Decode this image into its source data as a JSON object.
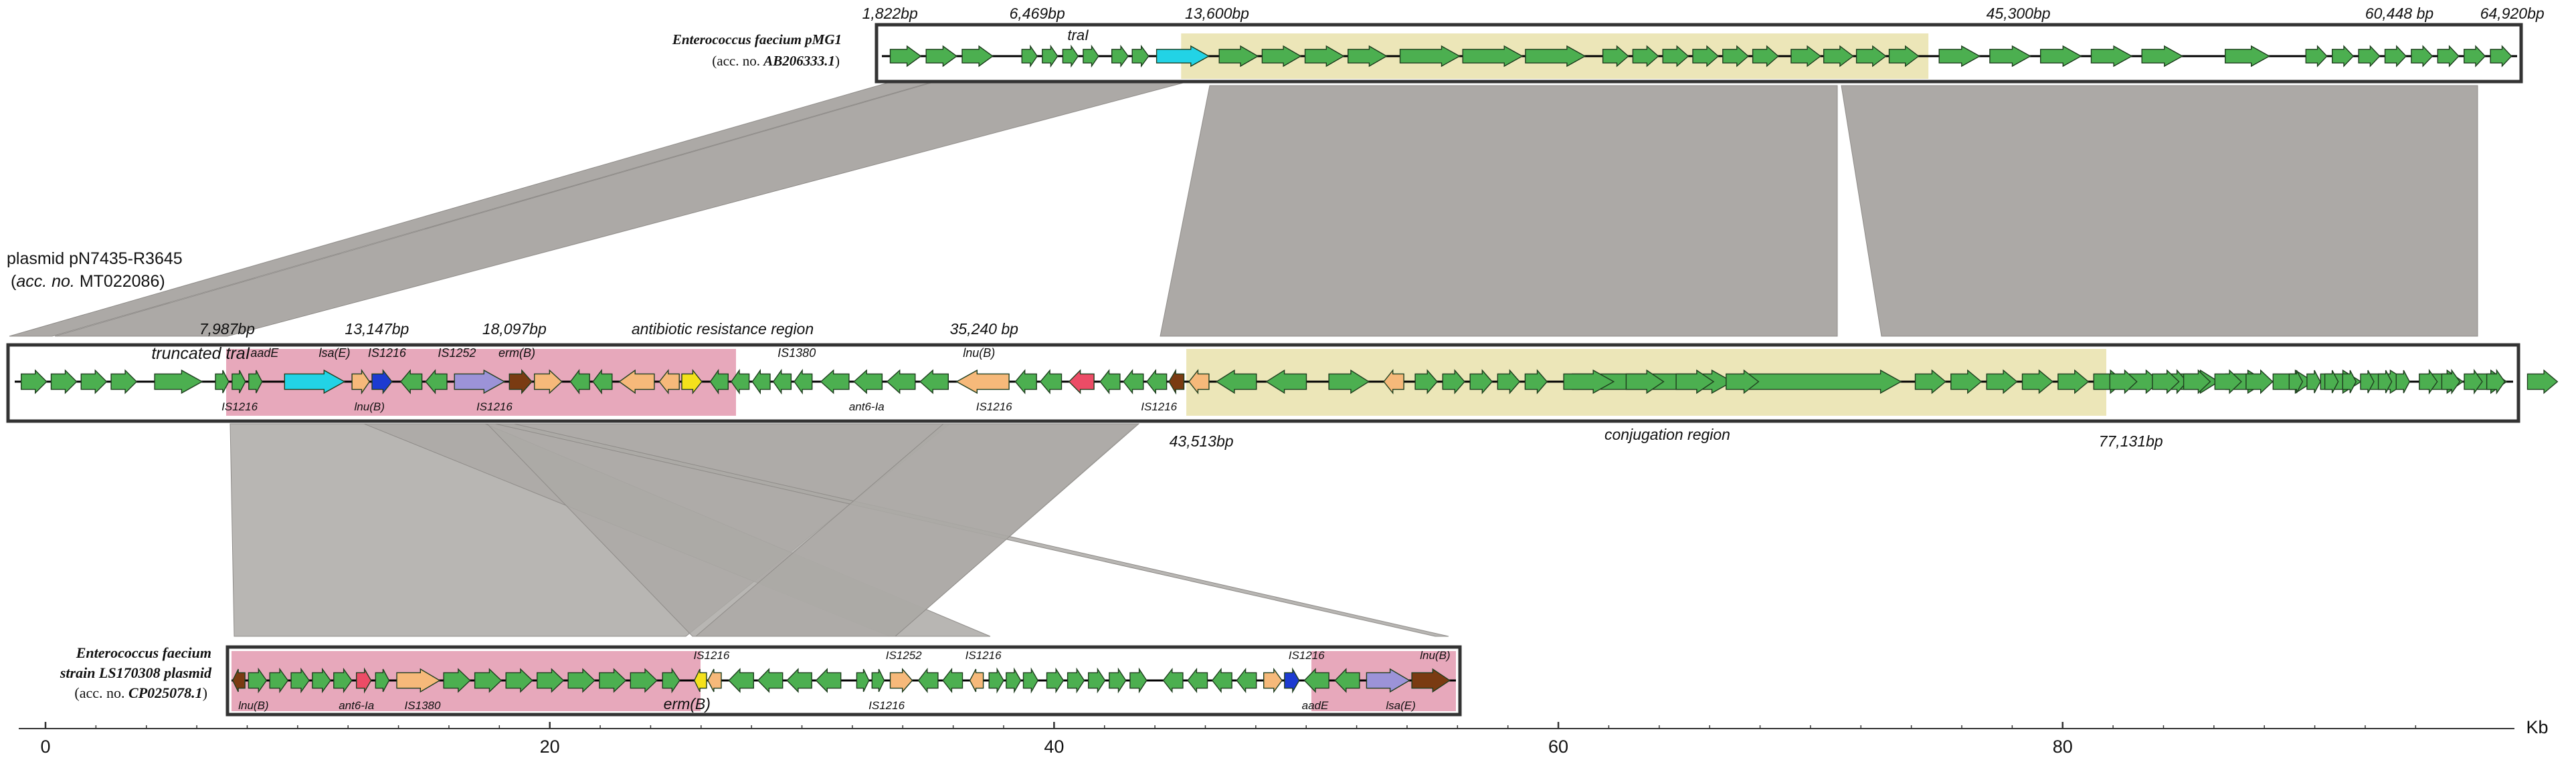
{
  "colors": {
    "gene_default": "#4caf50",
    "gene_stroke": "#1b5e20",
    "transfer": "#22d3e6",
    "mobile_element": "#f6b97a",
    "erm": "#f4e11c",
    "aminoglycoside": "#1d3bd1",
    "lsa": "#9c93d8",
    "lnu": "#7a3b12",
    "ant6": "#ec4c66",
    "resistance_region": "#e7a8bb",
    "conjugation_region": "#ece6b8",
    "homology": "#aca9a6"
  },
  "plasmid_top": {
    "name": "Enterococcus faecium pMG1",
    "accession_prefix": "(acc. no. ",
    "accession": "AB206333.1",
    "accession_suffix": ")",
    "coords": [
      {
        "label": "1,822bp",
        "rel": 0.005
      },
      {
        "label": "6,469bp",
        "rel": 0.095
      },
      {
        "label": "13,600bp",
        "rel": 0.205
      },
      {
        "label": "45,300bp",
        "rel": 0.695
      },
      {
        "label": "60,448 bp",
        "rel": 0.928
      },
      {
        "label": "64,920bp",
        "rel": 0.997
      }
    ],
    "gene_labels": [
      {
        "label": "traI",
        "rel": 0.12
      }
    ]
  },
  "plasmid_mid": {
    "name": "plasmid pN7435-R3645",
    "accession_prefix": "(",
    "accession_acc": "acc. no.",
    "accession": " MT022086)",
    "coords": [
      {
        "label": "7,987bp",
        "rel": 0.085
      },
      {
        "label": "13,147bp",
        "rel": 0.145
      },
      {
        "label": "18,097bp",
        "rel": 0.2
      },
      {
        "label": "35,240 bp",
        "rel": 0.388
      }
    ],
    "coords_below": [
      {
        "label": "43,513bp",
        "rel": 0.475
      },
      {
        "label": "77,131bp",
        "rel": 0.847
      }
    ],
    "region_resistance": "antibiotic resistance region",
    "region_conjugation": "conjugation region",
    "truncated_label": "truncated traI",
    "gene_labels_top": [
      {
        "label": "aadE",
        "rel": 0.1
      },
      {
        "label": "lsa(E)",
        "rel": 0.128
      },
      {
        "label": "IS1216",
        "rel": 0.149
      },
      {
        "label": "IS1252",
        "rel": 0.177
      },
      {
        "label": "erm(B)",
        "rel": 0.201
      },
      {
        "label": "IS1380",
        "rel": 0.313
      },
      {
        "label": "lnu(B)",
        "rel": 0.386
      }
    ],
    "gene_labels_bottom": [
      {
        "label": "IS1216",
        "rel": 0.09
      },
      {
        "label": "lnu(B)",
        "rel": 0.142
      },
      {
        "label": "IS1216",
        "rel": 0.192
      },
      {
        "label": "ant6-Ia",
        "rel": 0.341
      },
      {
        "label": "IS1216",
        "rel": 0.392
      },
      {
        "label": "IS1216",
        "rel": 0.458
      }
    ]
  },
  "plasmid_bot": {
    "name_line1": "Enterococcus faecium",
    "name_line2": "strain LS170308 plasmid",
    "accession_prefix": "(acc. no. ",
    "accession": "CP025078.1",
    "accession_suffix": ")",
    "gene_labels_top": [
      {
        "label": "IS1216",
        "rel": 0.392
      },
      {
        "label": "IS1252",
        "rel": 0.549
      },
      {
        "label": "IS1216",
        "rel": 0.614
      },
      {
        "label": "IS1216",
        "rel": 0.878
      },
      {
        "label": "lnu(B)",
        "rel": 0.983
      }
    ],
    "gene_labels_bottom": [
      {
        "label": "lnu(B)",
        "rel": 0.018
      },
      {
        "label": "ant6-Ia",
        "rel": 0.102
      },
      {
        "label": "IS1380",
        "rel": 0.156
      },
      {
        "label": "erm(B)",
        "rel": 0.372
      },
      {
        "label": "IS1216",
        "rel": 0.535
      },
      {
        "label": "aadE",
        "rel": 0.885
      },
      {
        "label": "lsa(E)",
        "rel": 0.955
      }
    ]
  },
  "axis": {
    "unit": "Kb",
    "max": 95,
    "ticks": [
      {
        "value": 0,
        "label": "0"
      },
      {
        "value": 20,
        "label": "20"
      },
      {
        "value": 40,
        "label": "40"
      },
      {
        "value": 60,
        "label": "60"
      },
      {
        "value": 80,
        "label": "80"
      }
    ]
  }
}
